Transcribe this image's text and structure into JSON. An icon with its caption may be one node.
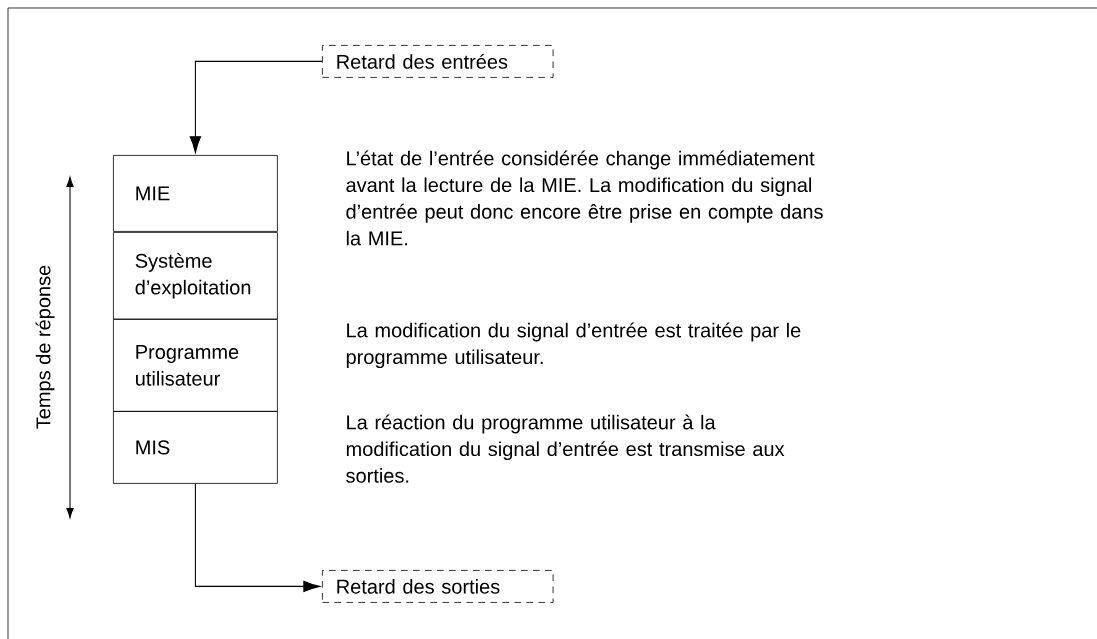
{
  "diagram": {
    "nodes": [
      {
        "text": [
          "Retard des entrées"
        ]
      },
      {
        "text": [
          "MIE"
        ]
      },
      {
        "text": [
          "Système d’exploitation"
        ]
      },
      {
        "text": [
          "Programme utilisateur"
        ]
      },
      {
        "text": [
          "MIS"
        ]
      },
      {
        "text": [
          "Retard des sorties"
        ]
      }
    ],
    "edges": [
      {
        "from": 0,
        "to": 1,
        "arrow": "to"
      },
      {
        "from": 4,
        "to": 5,
        "arrow": "to"
      }
    ],
    "labels": [
      "Temps de réponse",
      "L’état de l’entrée considérée change immédiatement avant la lecture de la MIE. La modification du signal d’entrée peut donc encore être prise en compte dans la MIE.",
      "La modification du signal d’entrée est traitée par le programme utilisateur.",
      "La réaction du programme utilisateur à la modification du signal d’entrée est transmise aux sorties."
    ]
  }
}
